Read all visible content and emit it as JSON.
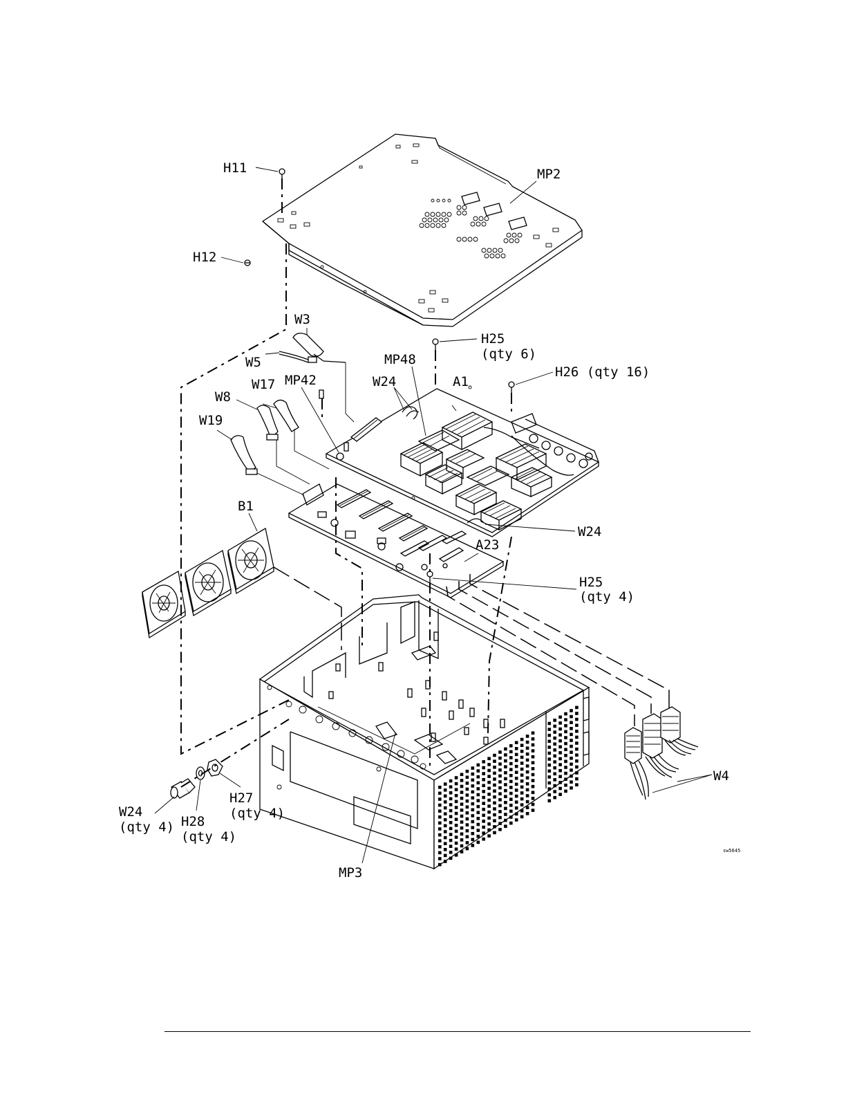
{
  "labels": {
    "h11": "H11",
    "mp2": "MP2",
    "h12": "H12",
    "w3": "W3",
    "w5": "W5",
    "h25_top": "H25",
    "h25_top_qty": "(qty 6)",
    "mp48": "MP48",
    "h26": "H26 (qty 16)",
    "w17": "W17",
    "mp42": "MP42",
    "w24_top": "W24",
    "a1": "A1",
    "w8": "W8",
    "w19": "W19",
    "b1": "B1",
    "w24_right": "W24",
    "a23": "A23",
    "h25_mid": "H25",
    "h25_mid_qty": "(qty 4)",
    "w4": "W4",
    "w24_bottom": "W24",
    "w24_bottom_qty": "(qty 4)",
    "h27": "H27",
    "h27_qty": "(qty 4)",
    "h28": "H28",
    "h28_qty": "(qty 4)",
    "mp3": "MP3",
    "figure_code": "sw5645"
  }
}
